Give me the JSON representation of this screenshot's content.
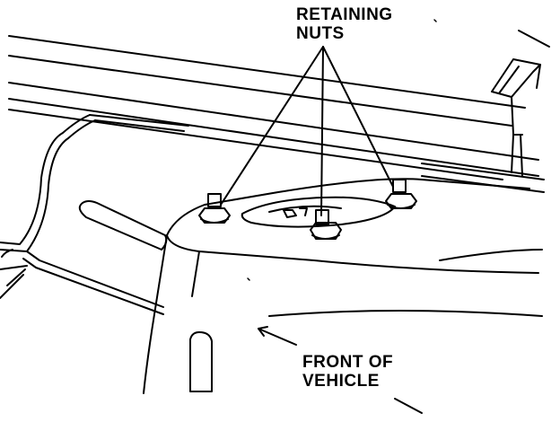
{
  "callouts": {
    "retaining_line1": "RETAINING",
    "retaining_line2": "NUTS",
    "front_line1": "FRONT OF",
    "front_line2": "VEHICLE"
  },
  "colors": {
    "ink": "#000000",
    "paper": "#ffffff"
  }
}
